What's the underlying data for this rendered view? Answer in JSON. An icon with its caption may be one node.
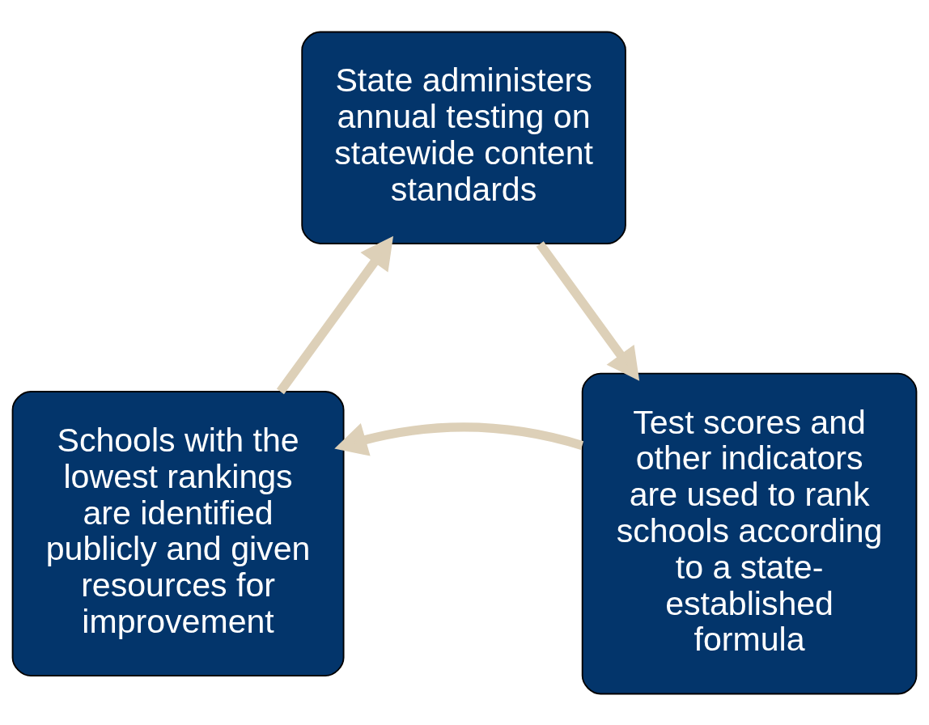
{
  "diagram": {
    "nodes": [
      {
        "text": [
          "State administers annual testing on statewide content standards"
        ]
      },
      {
        "text": [
          "Test scores and other indicators are used to rank schools according to a state-established formula"
        ]
      },
      {
        "text": [
          "Schools with the lowest rankings are identified publicly and given resources for improvement"
        ]
      }
    ],
    "edges": [
      {
        "from": 0,
        "to": 1,
        "arrow": "to"
      },
      {
        "from": 1,
        "to": 2,
        "arrow": "to"
      },
      {
        "from": 2,
        "to": 0,
        "arrow": "to"
      }
    ]
  }
}
